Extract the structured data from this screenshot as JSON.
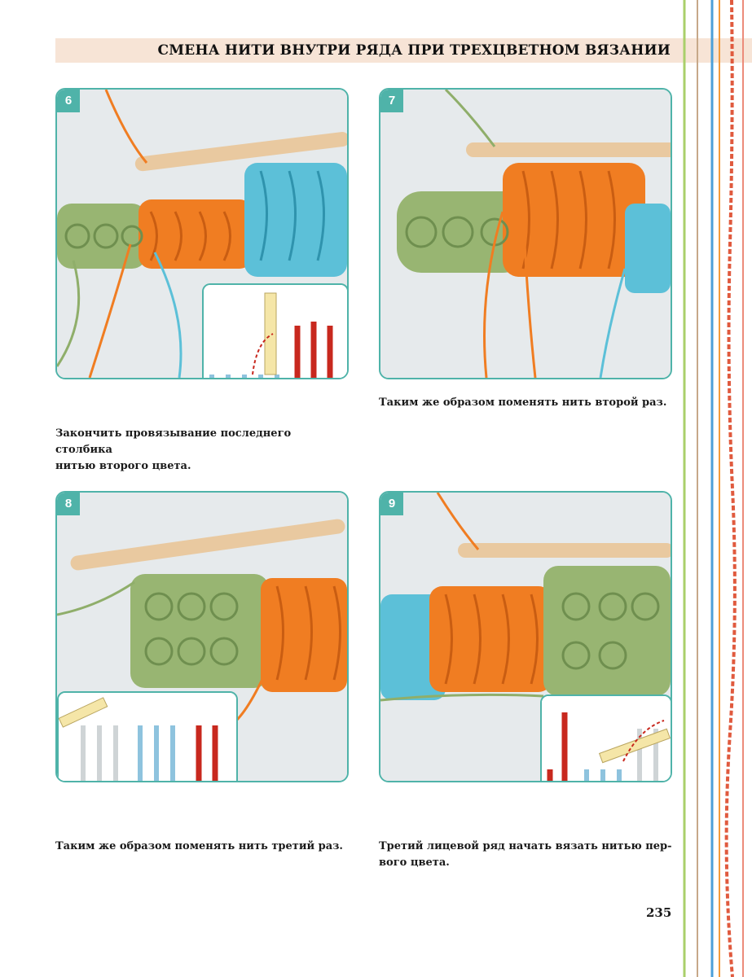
{
  "header": {
    "title": "СМЕНА НИТИ ВНУТРИ РЯДА ПРИ ТРЕХЦВЕТНОМ ВЯЗАНИИ"
  },
  "steps": [
    {
      "number": "6",
      "caption_lines": [
        "Закончить провязывание последнего столбика",
        "нитью второго цвета."
      ]
    },
    {
      "number": "7",
      "caption_lines": [
        "Таким же образом поменять нить второй раз."
      ]
    },
    {
      "number": "8",
      "caption_lines": [
        "Таким же образом поменять нить третий раз."
      ]
    },
    {
      "number": "9",
      "caption_lines": [
        "Третий лицевой ряд начать вязать нитью пер-",
        "вого цвета."
      ]
    }
  ],
  "page_number": "235",
  "colors": {
    "accent_teal": "#4fb3a9",
    "header_band": "#f7e4d6",
    "yarn_green": "#8fae6a",
    "yarn_orange": "#f07d22",
    "yarn_blue": "#5cc0d8",
    "diagram_red": "#c8281e",
    "diagram_blue": "#8ec3de",
    "hook_wood": "#e9c9a0"
  }
}
